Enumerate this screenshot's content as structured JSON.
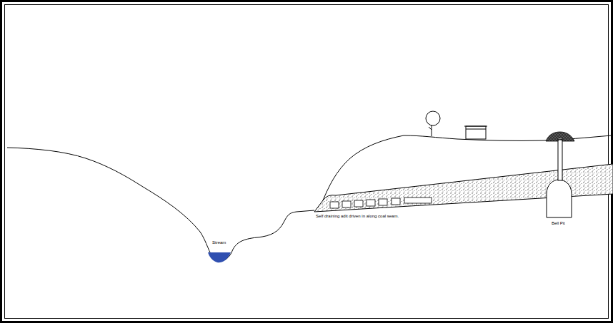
{
  "diagram": {
    "labels": [
      "Stream",
      "Self draining adit driven in along coal seam.",
      "Bell Pit"
    ]
  }
}
